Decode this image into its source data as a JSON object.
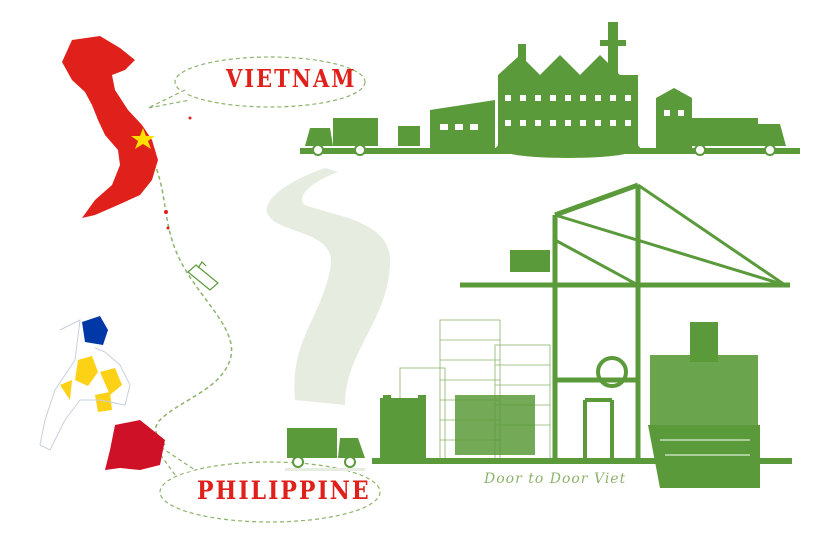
{
  "labels": {
    "vietnam": "VIETNAM",
    "philippine": "PHILIPPINE"
  },
  "watermark": "Door to Door Viet",
  "icons": [
    "vietnam-map",
    "philippines-map",
    "ship-icon",
    "truck-icon",
    "factory-icon",
    "port-crane-icon",
    "container-ship-icon"
  ],
  "colors": {
    "logistics_green": "#5a9a3a",
    "light_green": "#8db36b",
    "road_grey": "#e6ece0",
    "vn_red": "#e0201b",
    "vn_star": "#ffde00",
    "ph_blue": "#0038a8",
    "ph_red": "#ce1126",
    "ph_yellow": "#fcd116"
  }
}
